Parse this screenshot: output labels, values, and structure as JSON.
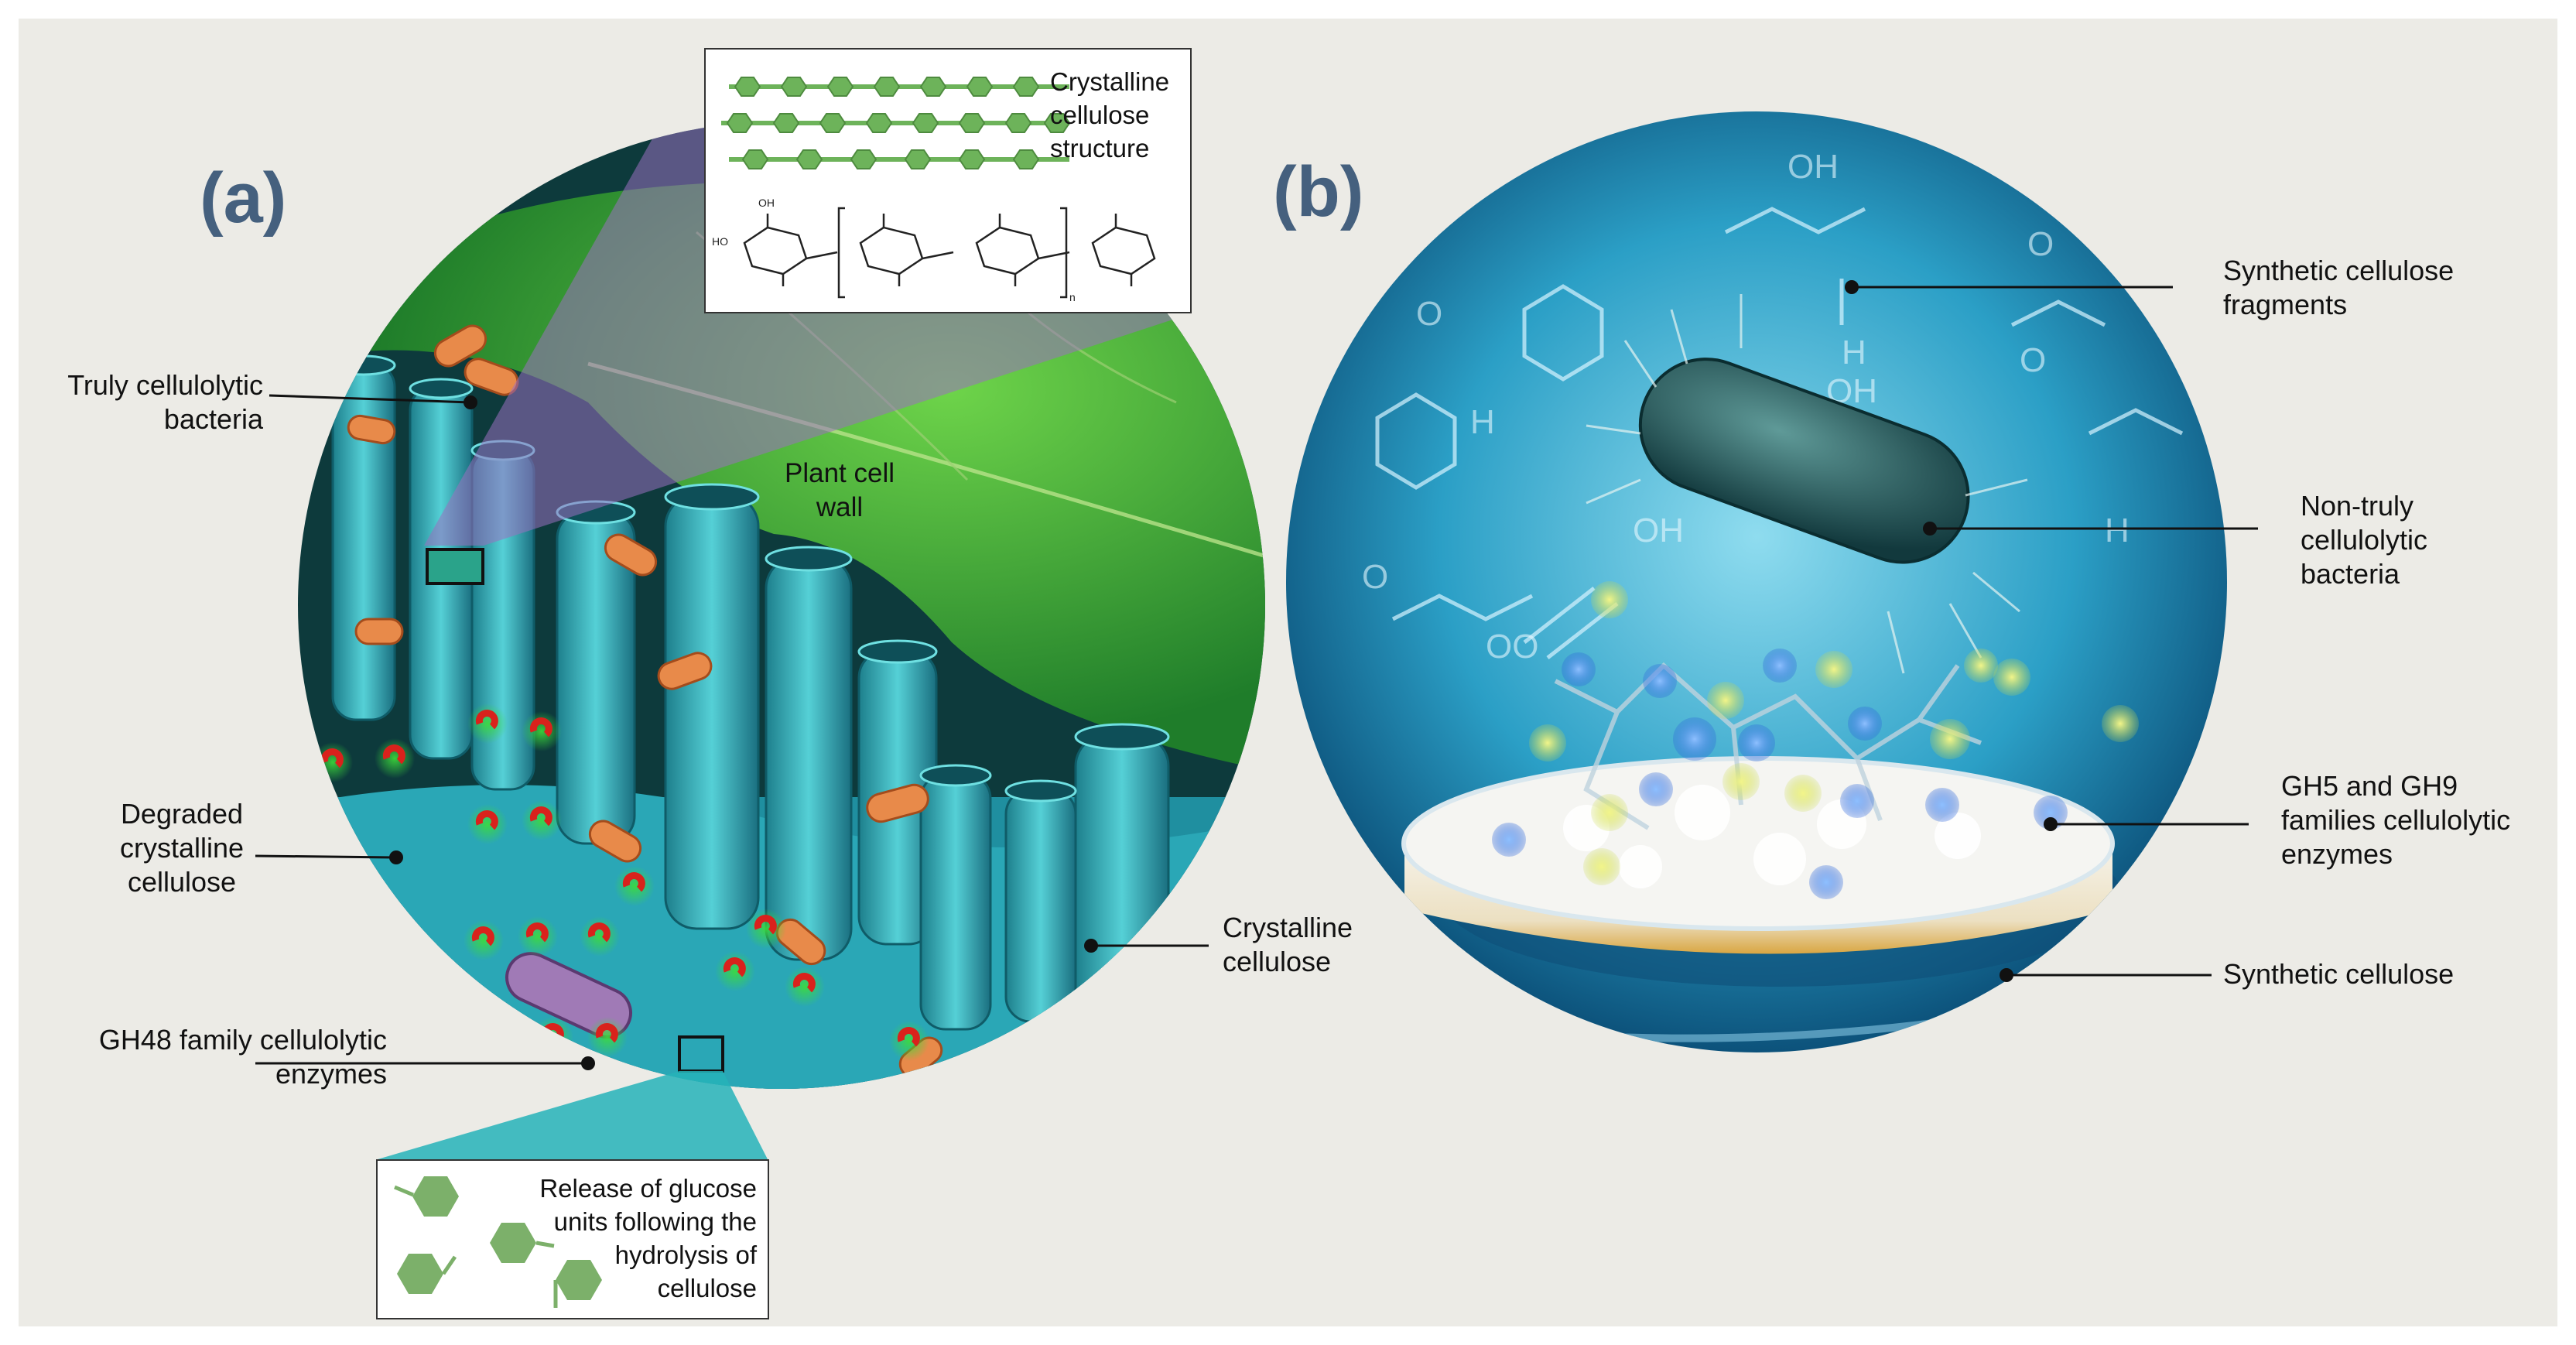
{
  "panels": {
    "a": {
      "letter": "(a)",
      "labels": {
        "truly_bacteria": "Truly cellulolytic\nbacteria",
        "plant_cell_wall": "Plant cell\nwall",
        "degraded_cellulose": "Degraded\ncrystalline\ncellulose",
        "gh48_enzymes": "GH48 family cellulolytic\nenzymes",
        "crystalline_cellulose": "Crystalline\ncellulose"
      },
      "inset_top": {
        "label": "Crystalline\ncellulose\nstructure",
        "chem_oh": "OH",
        "chem_ho": "HO",
        "chem_n": "n"
      },
      "inset_bottom": {
        "label": "Release of glucose\nunits following the\nhydrolysis of\ncellulose"
      }
    },
    "b": {
      "letter": "(b)",
      "labels": {
        "synthetic_fragments": "Synthetic cellulose\nfragments",
        "non_truly_bacteria": "Non-truly\ncellulolytic\nbacteria",
        "gh5_gh9_enzymes": "GH5 and GH9\nfamilies cellulolytic\nenzymes",
        "synthetic_cellulose": "Synthetic cellulose"
      }
    }
  },
  "colors": {
    "background_frame": "#ecebe6",
    "panel_letter": "#45607e",
    "leaf_green": "#3fa83a",
    "fiber_teal": "#3bb7c2",
    "bacteria_orange": "#e88a4a",
    "enzyme_red": "#d9221c",
    "enzyme_glow": "#2fbf3a",
    "panel_b_blue": "#2a9ec4",
    "glucose_green": "#7cb06a",
    "inset_purple": "#9a6fc0",
    "inset_teal": "#26b3b8"
  }
}
